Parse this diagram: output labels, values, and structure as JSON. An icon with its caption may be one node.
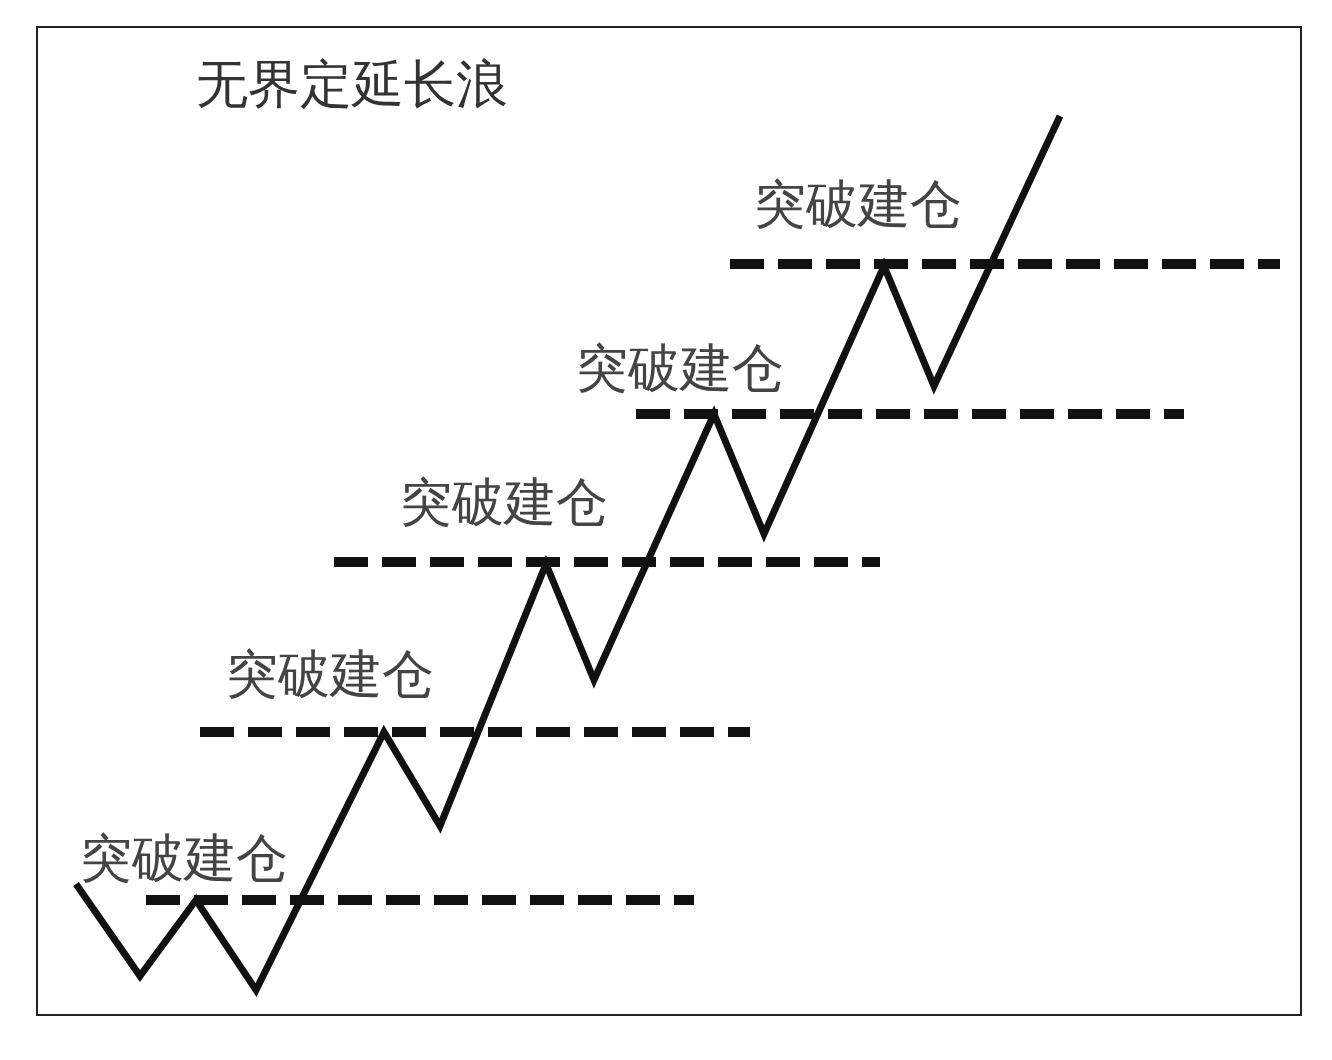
{
  "diagram": {
    "title": "无界定延长浪",
    "labels": [
      "突破建仓",
      "突破建仓",
      "突破建仓",
      "突破建仓",
      "突破建仓"
    ]
  }
}
